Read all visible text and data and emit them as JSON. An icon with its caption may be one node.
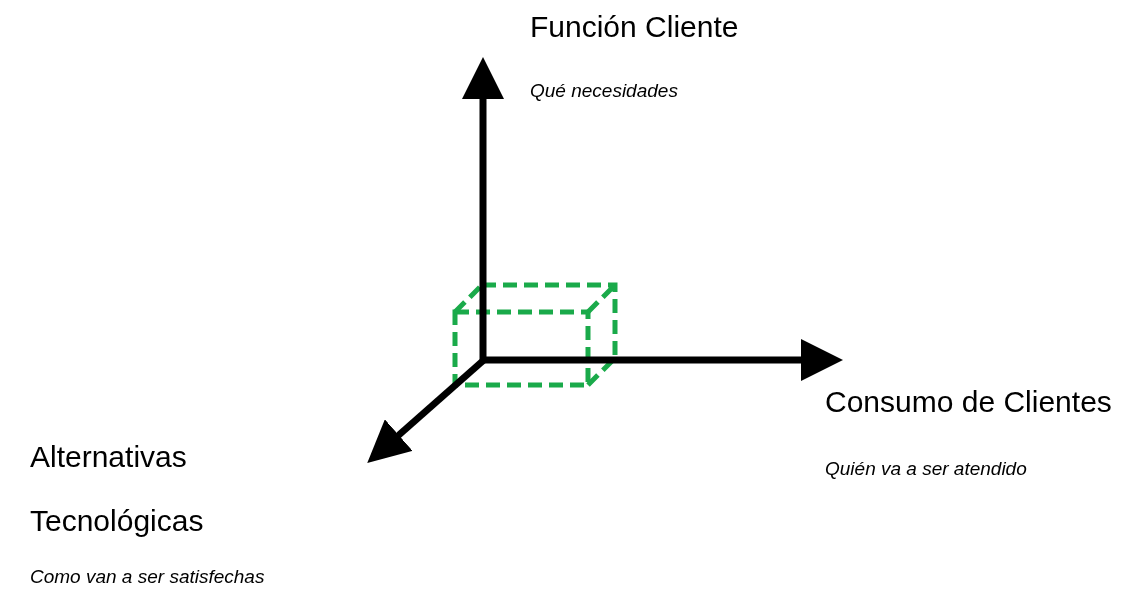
{
  "diagram": {
    "labels": [
      "Función Cliente",
      "Qué necesidades",
      "Consumo de Clientes",
      "Quién va a ser atendido",
      "Alternativas Tecnológicas",
      "Como van a ser satisfechas"
    ]
  }
}
